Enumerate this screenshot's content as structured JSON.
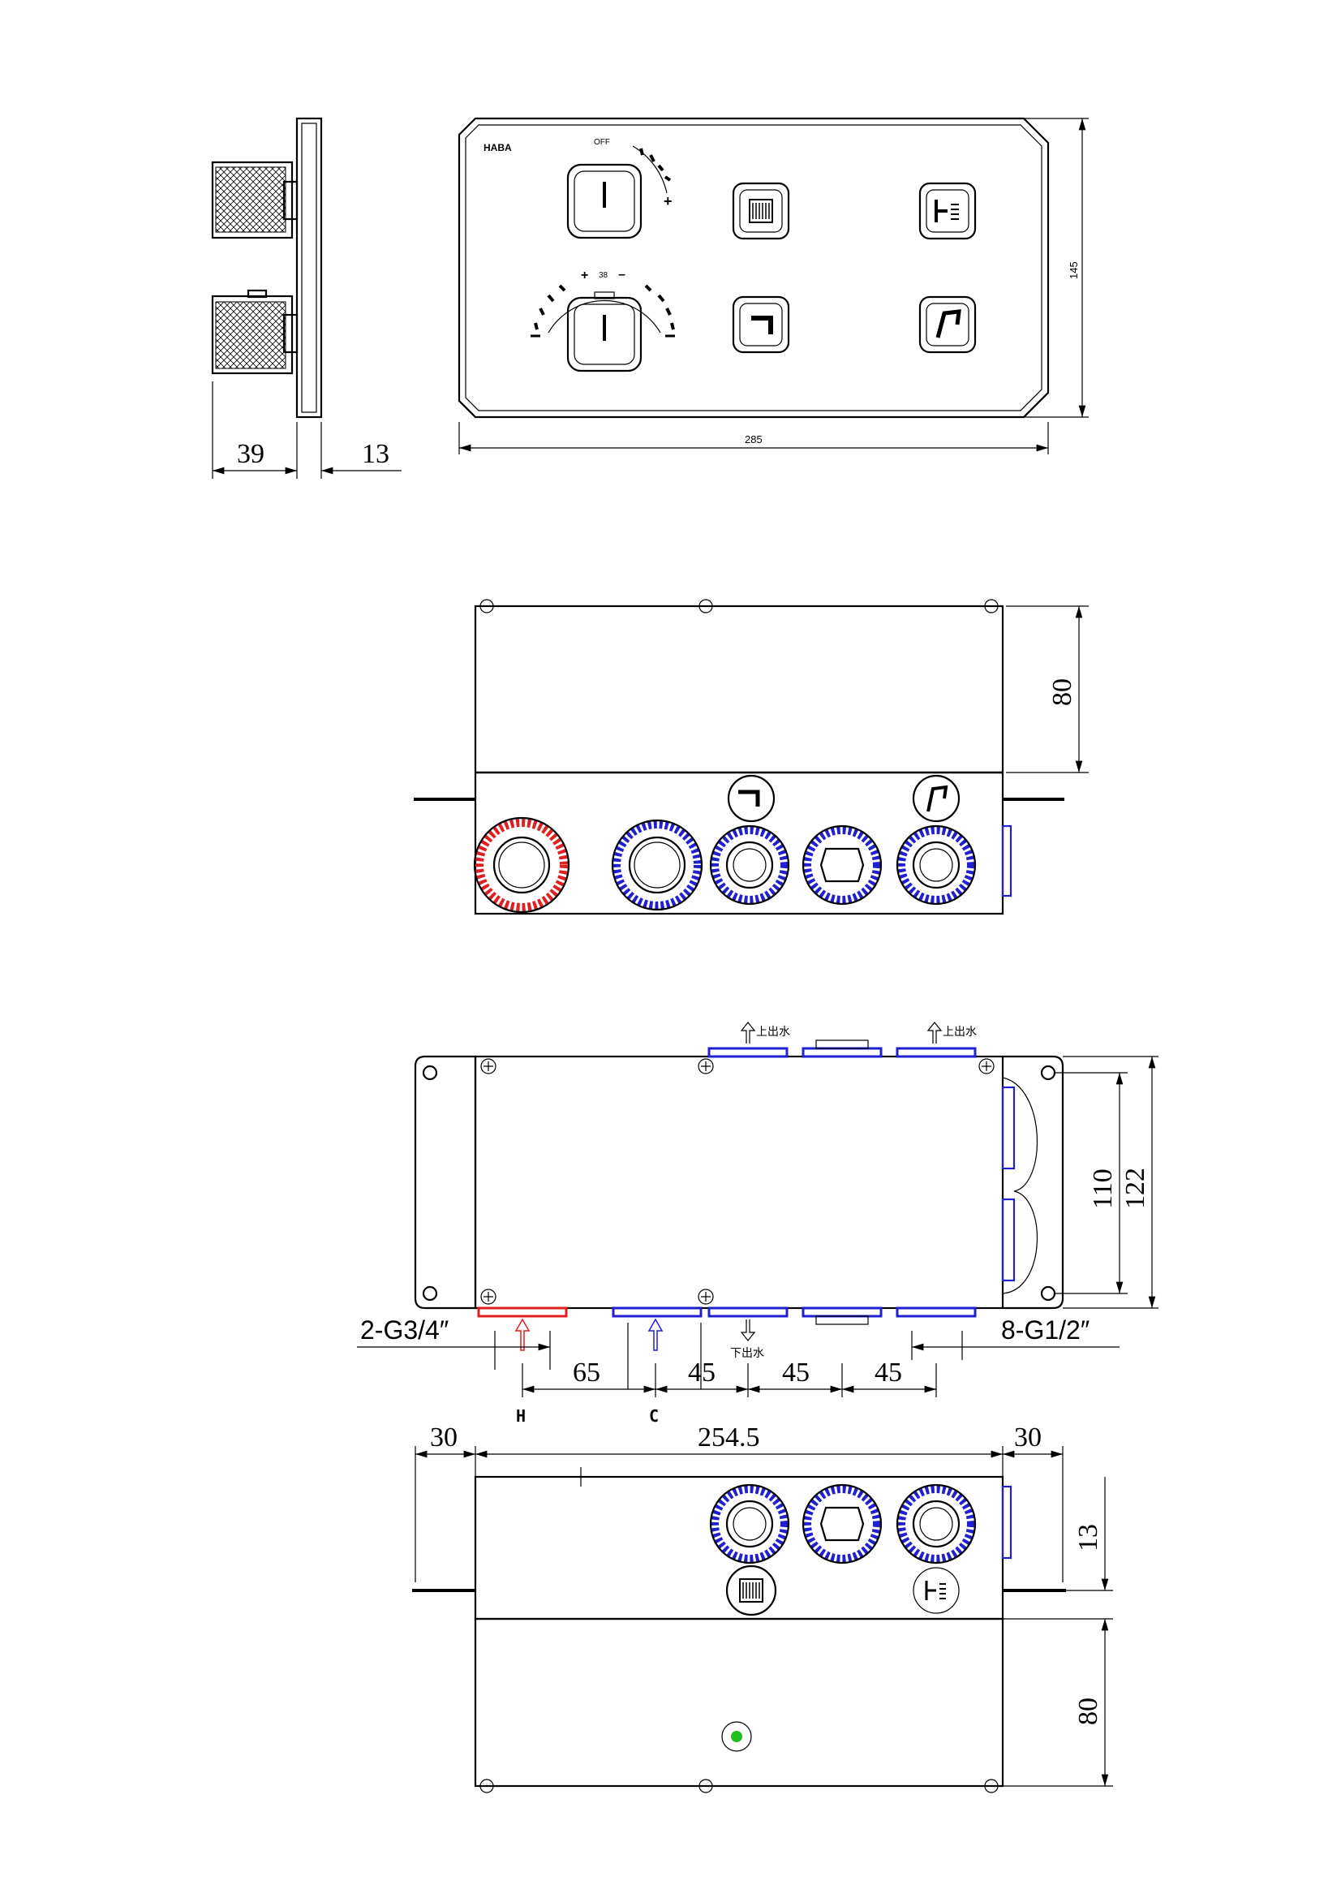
{
  "colors": {
    "hot": "#e02020",
    "cold": "#2020d0",
    "indicator": "#20c020",
    "line": "#000000"
  },
  "side_view": {
    "dims": {
      "depth": "39",
      "plate": "13"
    }
  },
  "front_view": {
    "logo": "HABA",
    "knob_top_label": "OFF",
    "knob_bottom_label": "38",
    "dims": {
      "width": "285",
      "height": "145"
    },
    "buttons": [
      "rain-shower-icon",
      "spout-icon",
      "body-jet-icon",
      "hand-shower-icon"
    ]
  },
  "top_view": {
    "dims": {
      "height": "80"
    }
  },
  "plan_view": {
    "outlet_up_label": "上出水",
    "outlet_down_label": "下出水",
    "inlet_thread": "2-G3/4″",
    "outlet_thread": "8-G1/2″",
    "hot_label": "H",
    "cold_label": "C",
    "dims": {
      "d65": "65",
      "d45a": "45",
      "d45b": "45",
      "d45c": "45",
      "h110": "110",
      "h122": "122"
    }
  },
  "bottom_view": {
    "dims": {
      "left": "30",
      "body": "254.5",
      "right": "30",
      "h13": "13",
      "h80": "80"
    }
  }
}
